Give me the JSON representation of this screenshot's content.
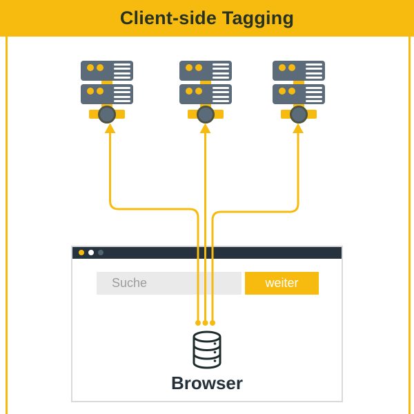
{
  "header": {
    "title": "Client-side Tagging"
  },
  "diagram": {
    "servers": [
      "server-icon",
      "server-icon",
      "server-icon"
    ],
    "flow": "three yellow arrows from browser database up to three servers"
  },
  "browser_window": {
    "window_controls": [
      "yellow-dot",
      "white-dot",
      "gray-dot"
    ],
    "search": {
      "placeholder": "Suche"
    },
    "button": {
      "label": "weiter"
    },
    "db_icon": "database-icon",
    "label": "Browser"
  },
  "colors": {
    "yellow": "#F7BB0F",
    "slate": "#5C6B7A",
    "titlebar": "#26333E",
    "header_ink": "#273222",
    "label_ink": "#25313A",
    "db_ink": "#1E2B2B",
    "search_bg": "#EAEAEA",
    "search_ink": "#9C9C9C",
    "window_border": "#D9D9D9",
    "titlebar_gray_dot": "#51656F",
    "hub_ring": "#4E5340"
  }
}
